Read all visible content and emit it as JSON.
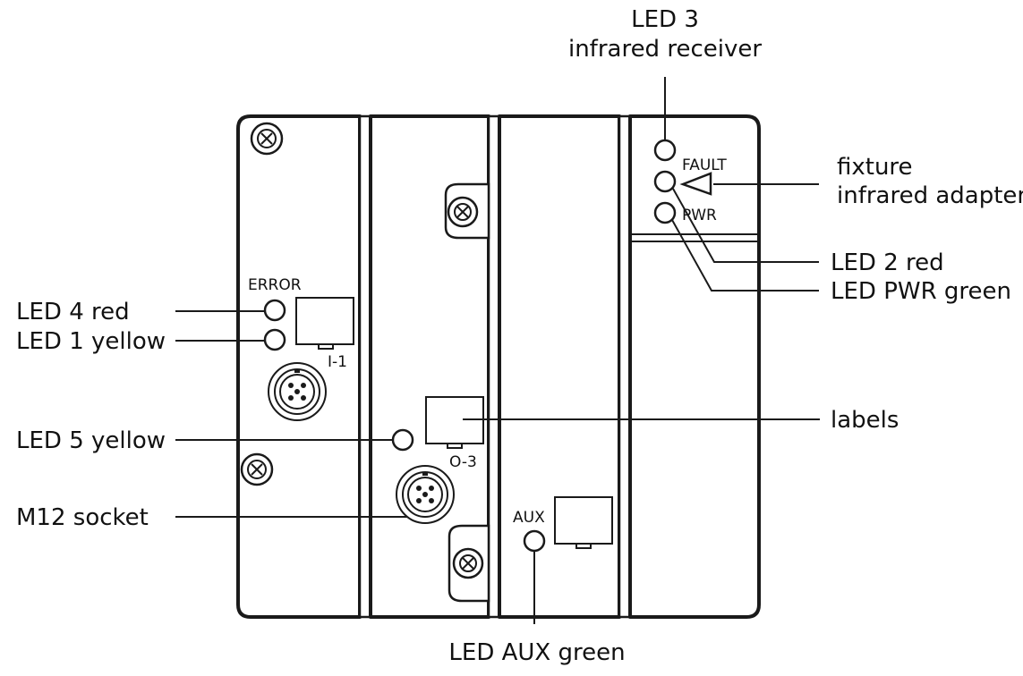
{
  "callouts": {
    "led3": [
      "LED 3",
      "infrared receiver"
    ],
    "fixture": [
      "fixture",
      "infrared adapter"
    ],
    "led2": "LED 2 red",
    "led_pwr": "LED PWR green",
    "led4": "LED 4 red",
    "led1": "LED 1 yellow",
    "labels": "labels",
    "led5": "LED 5 yellow",
    "m12": "M12 socket",
    "led_aux": "LED AUX green"
  },
  "device_labels": {
    "error": "ERROR",
    "i1": "I-1",
    "o3": "O-3",
    "aux": "AUX",
    "fault": "FAULT",
    "pwr": "PWR"
  }
}
